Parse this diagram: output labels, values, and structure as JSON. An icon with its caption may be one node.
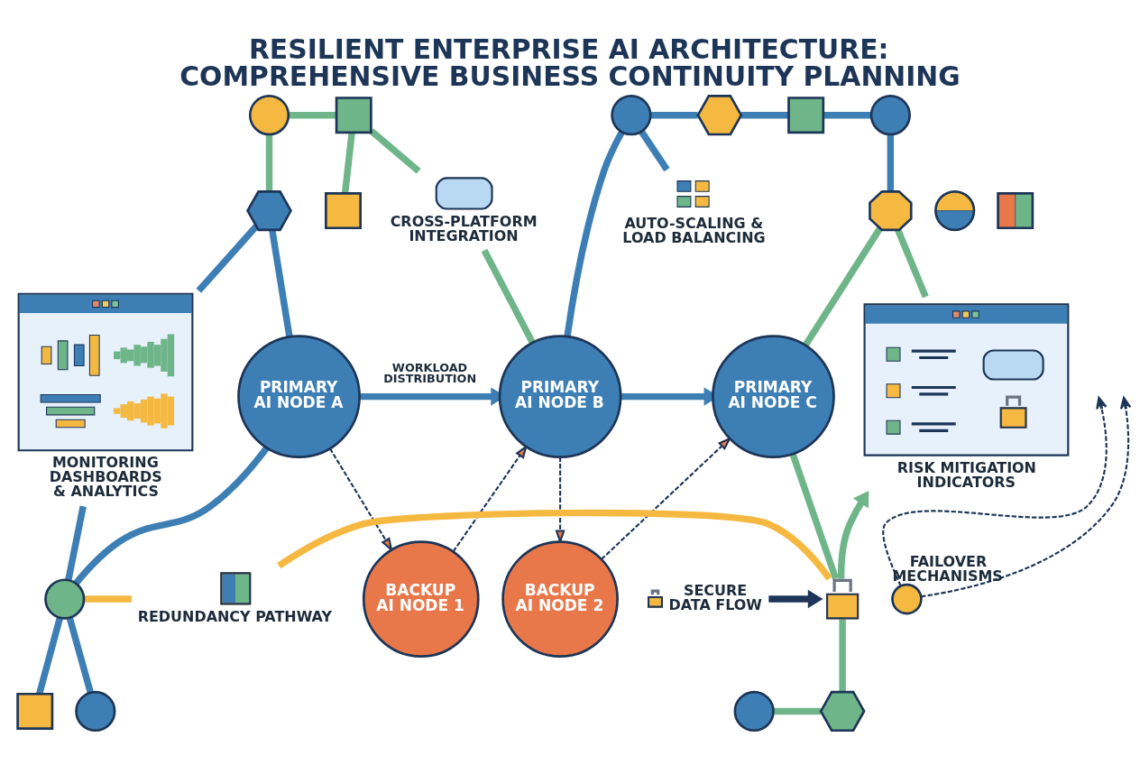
{
  "diagram": {
    "title": "RESILIENT ENTERPRISE AI ARCHITECTURE: COMPREHENSIVE BUSINESS CONTINUITY PLANNING",
    "nodes": [
      {
        "text": [],
        "shape": "circle"
      },
      {
        "text": [],
        "shape": "square"
      },
      {
        "text": [],
        "shape": "circle"
      },
      {
        "text": [],
        "shape": "hexagon"
      },
      {
        "text": [],
        "shape": "square"
      },
      {
        "text": [],
        "shape": "circle"
      },
      {
        "text": [],
        "shape": "circle"
      },
      {
        "text": [
          "CROSS-PLATFORM INTEGRATION"
        ]
      },
      {
        "text": [],
        "shape": "square"
      },
      {
        "text": [],
        "shape": "hexagon"
      },
      {
        "text": [],
        "shape": "square"
      },
      {
        "text": [
          "AUTO-SCALING & LOAD BALANCING"
        ]
      },
      {
        "text": [],
        "shape": "octagon"
      },
      {
        "text": [
          "MONITORING DASHBOARDS & ANALYTICS"
        ]
      },
      {
        "text": [
          "PRIMARY AI NODE A"
        ]
      },
      {
        "text": [
          "PRIMARY AI NODE B"
        ]
      },
      {
        "text": [
          "PRIMARY AI NODE C"
        ]
      },
      {
        "text": [
          "RISK MITIGATION INDICATORS"
        ]
      },
      {
        "text": [
          "SECURE DATA FLOW"
        ]
      },
      {
        "text": [],
        "shape": "circle"
      },
      {
        "text": [
          "BACKUP AI NODE 1"
        ]
      },
      {
        "text": [
          "FAILOVER MECHANISMS"
        ]
      },
      {
        "text": [
          "BACKUP AI NODE 2"
        ]
      },
      {
        "text": [],
        "shape": "lock"
      },
      {
        "text": [],
        "shape": "circle"
      },
      {
        "text": [],
        "shape": "square"
      },
      {
        "text": [],
        "shape": "circle"
      },
      {
        "text": [],
        "shape": "hexagon"
      },
      {
        "text": [
          "REDUNDANCY PATHWAY"
        ]
      }
    ],
    "edges": [
      {
        "from": 0,
        "to": 1,
        "arrow": "none",
        "color": "#6fb58a"
      },
      {
        "from": 0,
        "to": 9,
        "arrow": "none",
        "color": "#6fb58a"
      },
      {
        "from": 9,
        "to": 13,
        "arrow": "none"
      },
      {
        "from": 9,
        "to": 14,
        "arrow": "none"
      },
      {
        "from": 1,
        "to": 7,
        "arrow": "none",
        "color": "#6fb58a"
      },
      {
        "from": 1,
        "to": 10,
        "arrow": "none",
        "color": "#6fb58a"
      },
      {
        "from": 7,
        "to": 15,
        "arrow": "none",
        "color": "#6fb58a"
      },
      {
        "from": 2,
        "to": 15,
        "arrow": "none"
      },
      {
        "from": 2,
        "to": 3,
        "arrow": "none"
      },
      {
        "from": 3,
        "to": 4,
        "arrow": "none"
      },
      {
        "from": 2,
        "to": 11,
        "arrow": "none"
      },
      {
        "from": 4,
        "to": 5,
        "arrow": "none"
      },
      {
        "from": 5,
        "to": 12,
        "arrow": "none"
      },
      {
        "from": 12,
        "to": 16,
        "arrow": "none",
        "color": "#6fb58a"
      },
      {
        "from": 12,
        "to": 17,
        "arrow": "none",
        "color": "#6fb58a"
      },
      {
        "from": 14,
        "to": 15,
        "arrow": "to",
        "label": "WORKLOAD DISTRIBUTION"
      },
      {
        "from": 15,
        "to": 16,
        "arrow": "to"
      },
      {
        "from": 14,
        "to": 20,
        "arrow": "to",
        "style": "dashed",
        "color": "#1d3557"
      },
      {
        "from": 20,
        "to": 15,
        "arrow": "to",
        "style": "dashed",
        "color": "#1d3557"
      },
      {
        "from": 15,
        "to": 22,
        "arrow": "to",
        "style": "dashed",
        "color": "#1d3557"
      },
      {
        "from": 22,
        "to": 16,
        "arrow": "to",
        "style": "dashed",
        "color": "#1d3557"
      },
      {
        "from": 21,
        "to": null,
        "arrow": "to",
        "style": "dashed",
        "color": "#1d3557"
      },
      {
        "from": 21,
        "to": null,
        "arrow": "to",
        "style": "dashed",
        "color": "#1d3557"
      },
      {
        "from": 13,
        "to": 19,
        "arrow": "none"
      },
      {
        "from": 14,
        "to": 19,
        "arrow": "none"
      },
      {
        "from": 19,
        "to": 24,
        "arrow": "none"
      },
      {
        "from": 19,
        "to": 25,
        "arrow": "none"
      },
      {
        "from": 19,
        "to": 28,
        "arrow": "none",
        "color": "#f5b942"
      },
      {
        "from": 28,
        "to": 23,
        "arrow": "none",
        "color": "#f5b942"
      },
      {
        "from": 16,
        "to": 23,
        "arrow": "none",
        "color": "#6fb58a"
      },
      {
        "from": 23,
        "to": 17,
        "arrow": "to",
        "color": "#6fb58a"
      },
      {
        "from": 23,
        "to": 27,
        "arrow": "none",
        "color": "#6fb58a"
      },
      {
        "from": 26,
        "to": 27,
        "arrow": "none",
        "color": "#6fb58a"
      },
      {
        "from": 18,
        "to": 23,
        "arrow": "to",
        "color": "#1d3557"
      }
    ]
  }
}
